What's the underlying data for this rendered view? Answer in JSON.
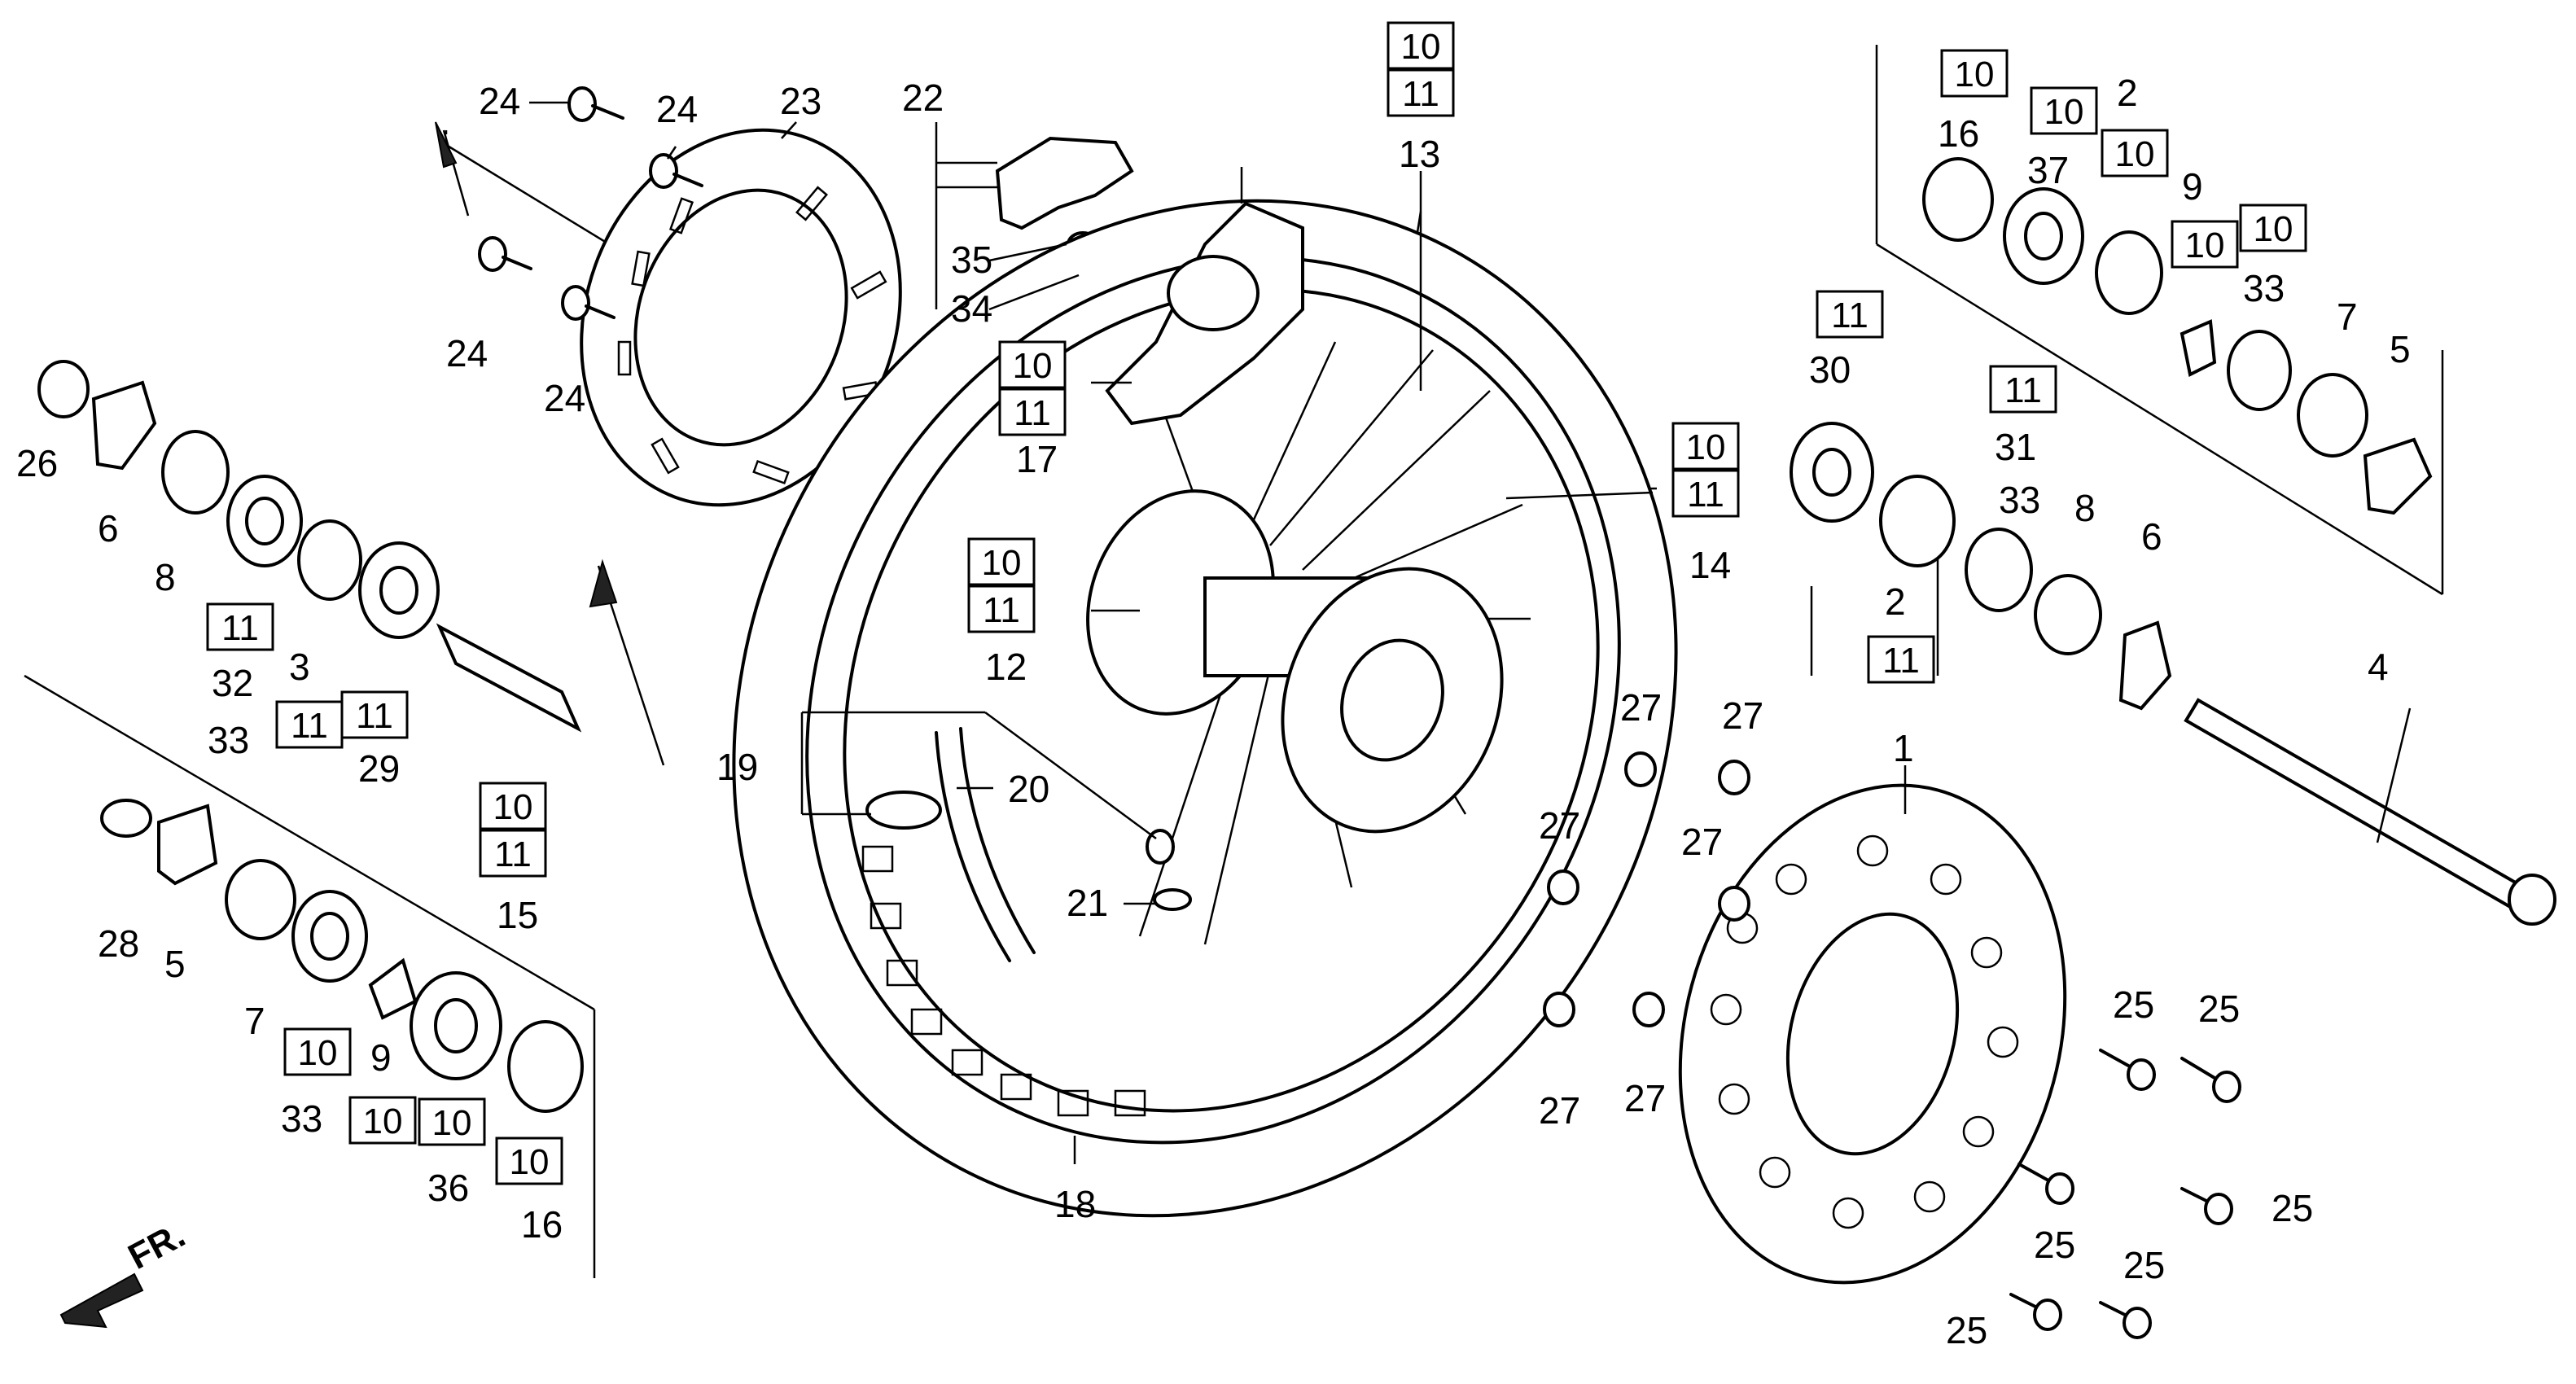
{
  "callouts": {
    "c24a": "24",
    "c24b": "24",
    "c24c": "24",
    "c24d": "24",
    "c23": "23",
    "c22": "22",
    "c35": "35",
    "c34": "34",
    "c13": "13",
    "c17": "17",
    "c26": "26",
    "c6a": "6",
    "c8a": "8",
    "c32": "32",
    "c3": "3",
    "c33a": "33",
    "c29": "29",
    "c15": "15",
    "c12": "12",
    "c14": "14",
    "c19": "19",
    "c20": "20",
    "c21": "21",
    "c28": "28",
    "c5a": "5",
    "c7a": "7",
    "c33b": "33",
    "c9a": "9",
    "c36": "36",
    "c16a": "16",
    "c18": "18",
    "c16b": "16",
    "c37": "37",
    "c2a": "2",
    "c9b": "9",
    "c33c": "33",
    "c7b": "7",
    "c5b": "5",
    "c30": "30",
    "c31": "31",
    "c33d": "33",
    "c8b": "8",
    "c2b": "2",
    "c6b": "6",
    "c4": "4",
    "c27a": "27",
    "c27b": "27",
    "c27c": "27",
    "c27d": "27",
    "c27e": "27",
    "c27f": "27",
    "c1": "1",
    "c25a": "25",
    "c25b": "25",
    "c25c": "25",
    "c25d": "25",
    "c25e": "25",
    "c25f": "25"
  },
  "boxed_refs": {
    "b_13_10": "10",
    "b_13_11": "11",
    "b_17_10": "10",
    "b_17_11": "11",
    "b_14_10": "10",
    "b_14_11": "11",
    "b_12_10": "10",
    "b_12_11": "11",
    "b_15_10": "10",
    "b_15_11": "11",
    "b_32_11": "11",
    "b_33_11": "11",
    "b_29_11": "11",
    "b_33b_10": "10",
    "b_33b_10b": "10",
    "b_36_10": "10",
    "b_16_10": "10",
    "b_16r_10": "10",
    "b_37_10": "10",
    "b_2_10": "10",
    "b_9_10": "10",
    "b_33r_10": "10",
    "b_30_11": "11",
    "b_31_11": "11",
    "b_2b_11": "11"
  },
  "direction": {
    "front_label": "FR."
  }
}
